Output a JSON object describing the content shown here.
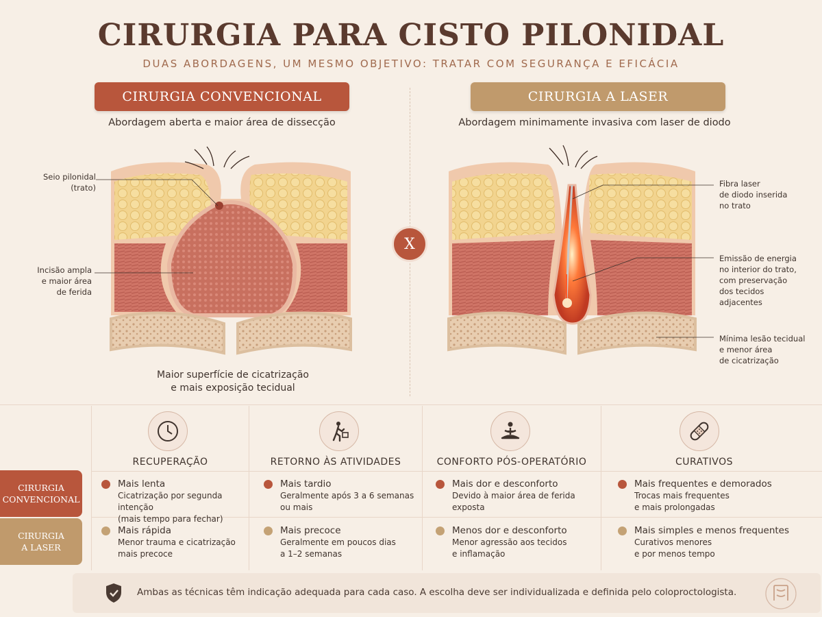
{
  "header": {
    "title": "CIRURGIA PARA CISTO PILONIDAL",
    "subtitle": "DUAS ABORDAGENS, UM MESMO OBJETIVO: TRATAR COM SEGURANÇA E EFICÁCIA"
  },
  "conventional": {
    "title": "CIRURGIA CONVENCIONAL",
    "subtitle": "Abordagem aberta e maior área de dissecção",
    "labels": {
      "sinus": [
        "Seio pilonidal",
        "(trato)"
      ],
      "incision": [
        "Incisão ampla",
        "e maior área",
        "de ferida"
      ]
    },
    "caption": [
      "Maior superfície de cicatrização",
      "e mais exposição tecidual"
    ]
  },
  "laser": {
    "title": "CIRURGIA A LASER",
    "subtitle": "Abordagem minimamente invasiva com laser de diodo",
    "labels": {
      "fiber": [
        "Fibra laser",
        "de diodo inserida",
        "no trato"
      ],
      "energy": [
        "Emissão de energia",
        "no interior do trato,",
        "com preservação",
        "dos tecidos",
        "adjacentes"
      ],
      "lesion": [
        "Mínima lesão tecidual",
        "e menor área",
        "de cicatrização"
      ]
    }
  },
  "vs_label": "X",
  "table": {
    "columns": [
      {
        "icon": "clock-icon",
        "label": "RECUPERAÇÃO"
      },
      {
        "icon": "walking-person-icon",
        "label": "RETORNO ÀS ATIVIDADES"
      },
      {
        "icon": "meditation-icon",
        "label": "CONFORTO PÓS-OPERATÓRIO"
      },
      {
        "icon": "bandage-icon",
        "label": "CURATIVOS"
      }
    ],
    "rows": [
      {
        "label": [
          "CIRURGIA",
          "CONVENCIONAL"
        ],
        "cells": [
          {
            "main": "Mais lenta",
            "detail": [
              "Cicatrização por segunda intenção",
              "(mais tempo para fechar)"
            ]
          },
          {
            "main": "Mais tardio",
            "detail": [
              "Geralmente após 3 a 6 semanas",
              "ou mais"
            ]
          },
          {
            "main": "Mais dor e desconforto",
            "detail": [
              "Devido à maior área de ferida",
              "exposta"
            ]
          },
          {
            "main": "Mais frequentes e demorados",
            "detail": [
              "Trocas mais frequentes",
              "e mais prolongadas"
            ]
          }
        ]
      },
      {
        "label": [
          "CIRURGIA",
          "A LASER"
        ],
        "cells": [
          {
            "main": "Mais rápida",
            "detail": [
              "Menor trauma e cicatrização",
              "mais precoce"
            ]
          },
          {
            "main": "Mais precoce",
            "detail": [
              "Geralmente em poucos dias",
              "a 1–2 semanas"
            ]
          },
          {
            "main": "Menos dor e desconforto",
            "detail": [
              "Menor agressão aos tecidos",
              "e inflamação"
            ]
          },
          {
            "main": "Mais simples e menos frequentes",
            "detail": [
              "Curativos menores",
              "e por menos tempo"
            ]
          }
        ]
      }
    ]
  },
  "footer": {
    "icon": "shield-icon",
    "text": "Ambas as técnicas têm indicação adequada para cada caso. A escolha deve ser individualizada e definida pelo coloproctologista.",
    "logo_icon": "intestine-icon"
  },
  "colors": {
    "conventional": "#b8563c",
    "laser": "#c09a6c",
    "background": "#f7efe6"
  }
}
